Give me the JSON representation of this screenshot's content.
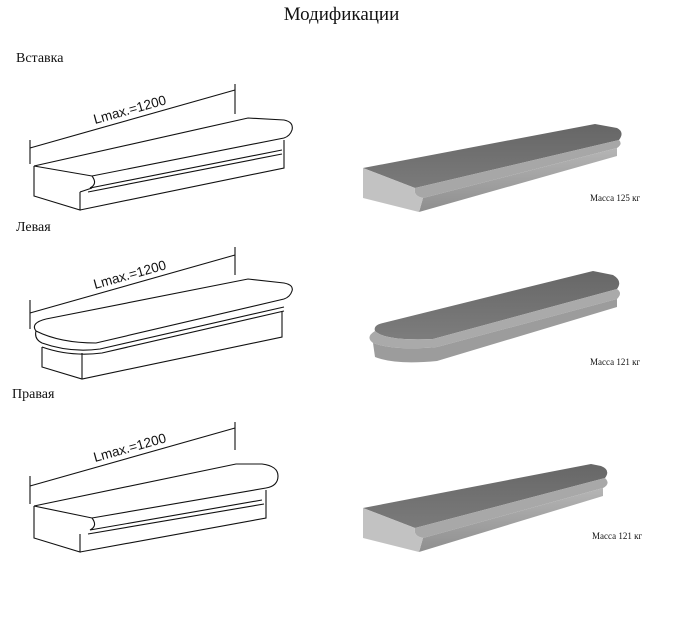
{
  "title": "Модификации",
  "sections": [
    {
      "label": "Вставка",
      "dimension": "Lmax.=1200",
      "mass": "Масса 125 кг"
    },
    {
      "label": "Левая",
      "dimension": "Lmax.=1200",
      "mass": "Масса 121 кг"
    },
    {
      "label": "Правая",
      "dimension": "Lmax.=1200",
      "mass": "Масса 121 кг"
    }
  ],
  "colors": {
    "stone_top": "#6e6e6e",
    "stone_front": "#9a9a9a",
    "stone_side": "#b9b9b9"
  }
}
